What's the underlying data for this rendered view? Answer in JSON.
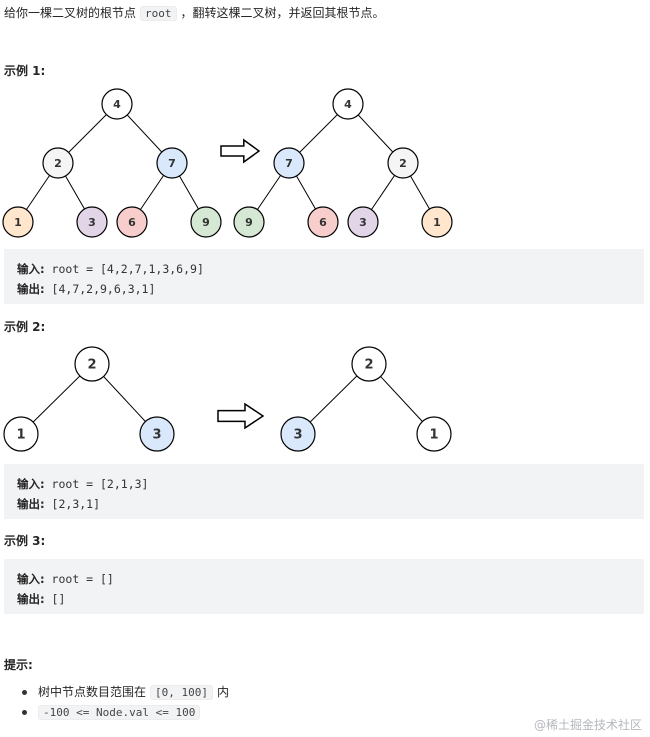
{
  "intro": {
    "part1": "给你一棵二叉树的根节点",
    "code": "root",
    "part2": "，翻转这棵二叉树，并返回其根节点。"
  },
  "examples": [
    {
      "heading": "示例 1:",
      "input_label": "输入:",
      "input_value": "root = [4,2,7,1,3,6,9]",
      "output_label": "输出:",
      "output_value": "[4,7,2,9,6,3,1]",
      "before": [
        {
          "label": "4",
          "color": "#ffffff"
        },
        {
          "label": "2",
          "color": "#f5f5f5"
        },
        {
          "label": "7",
          "color": "#dae8fc"
        },
        {
          "label": "1",
          "color": "#ffe6cc"
        },
        {
          "label": "3",
          "color": "#e1d5e7"
        },
        {
          "label": "6",
          "color": "#f8cecc"
        },
        {
          "label": "9",
          "color": "#d5e8d4"
        }
      ],
      "after": [
        {
          "label": "4",
          "color": "#ffffff"
        },
        {
          "label": "7",
          "color": "#dae8fc"
        },
        {
          "label": "2",
          "color": "#f5f5f5"
        },
        {
          "label": "9",
          "color": "#d5e8d4"
        },
        {
          "label": "6",
          "color": "#f8cecc"
        },
        {
          "label": "3",
          "color": "#e1d5e7"
        },
        {
          "label": "1",
          "color": "#ffe6cc"
        }
      ]
    },
    {
      "heading": "示例 2:",
      "input_label": "输入:",
      "input_value": "root = [2,1,3]",
      "output_label": "输出:",
      "output_value": "[2,3,1]",
      "before": [
        {
          "label": "2",
          "color": "#ffffff"
        },
        {
          "label": "1",
          "color": "#ffffff"
        },
        {
          "label": "3",
          "color": "#dae8fc"
        }
      ],
      "after": [
        {
          "label": "2",
          "color": "#ffffff"
        },
        {
          "label": "3",
          "color": "#dae8fc"
        },
        {
          "label": "1",
          "color": "#ffffff"
        }
      ]
    },
    {
      "heading": "示例 3:",
      "input_label": "输入:",
      "input_value": "root = []",
      "output_label": "输出:",
      "output_value": "[]"
    }
  ],
  "tips": {
    "heading": "提示:",
    "items": [
      {
        "text_before": "树中节点数目范围在",
        "code": "[0, 100]",
        "text_after": "内"
      },
      {
        "text_before": "",
        "code": "-100 <= Node.val <= 100",
        "text_after": ""
      }
    ]
  },
  "watermark": "@稀土掘金技术社区",
  "colors": {
    "stroke": "#000000",
    "codebox_bg": "#f2f3f5"
  }
}
